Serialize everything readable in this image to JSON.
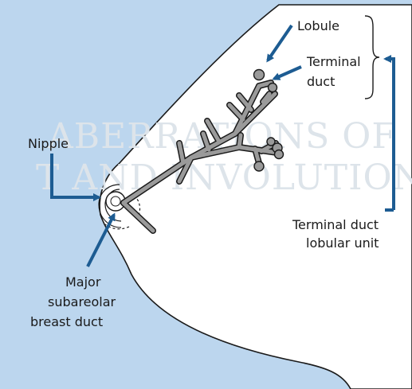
{
  "labels": {
    "lobule": "Lobule",
    "terminal_duct": [
      "Terminal",
      "duct"
    ],
    "nipple": "Nipple",
    "major_duct": [
      "Major",
      "subareolar",
      "breast duct"
    ],
    "tdlu": [
      "Terminal duct",
      "lobular unit"
    ]
  },
  "watermark": [
    "ABERRATIONS OF",
    "T AND INVOLUTION"
  ],
  "colors": {
    "background_blue": "#bcd6ee",
    "breast_fill": "#ffffff",
    "outline": "#1a1a1a",
    "duct_gray": "#9a9a9a",
    "arrow_blue": "#1d5c92",
    "watermark": "#dde4ea"
  }
}
